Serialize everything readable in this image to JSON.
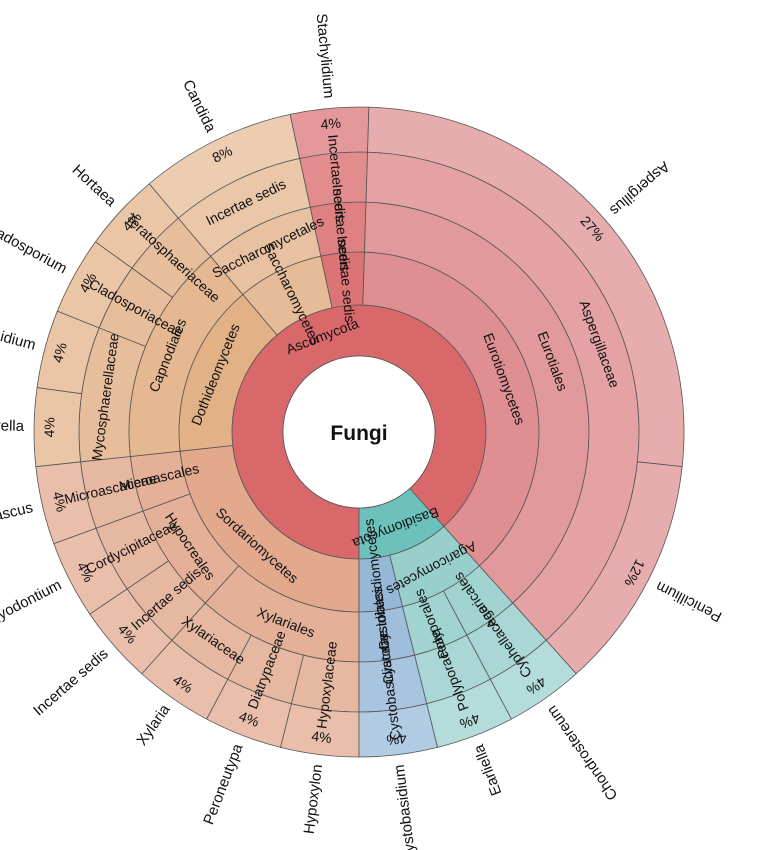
{
  "chart_data": {
    "type": "sunburst",
    "title": "Fungi",
    "units": "%",
    "colors": {
      "Ascomycota": "#d9686a",
      "Sordariomycetes": "#dfa183",
      "Dothideomycetes": "#e0aa7c",
      "Saccharomycetes": "#e4b58e",
      "Eurotiomycetes": "#dc8588",
      "Basidiomycota": "#6cc1bd",
      "Agaricomycetes": "#8fcbc8",
      "Cystobasidiomycetes": "#8db2d4"
    },
    "tree": {
      "name": "Fungi",
      "children": [
        {
          "name": "Ascomycota",
          "children": [
            {
              "name": "Sordariomycetes",
              "children": [
                {
                  "name": "Xylariales",
                  "children": [
                    {
                      "name": "Hypoxylaceae",
                      "children": [
                        {
                          "name": "Hypoxylon",
                          "value": 4
                        }
                      ]
                    },
                    {
                      "name": "Diatrypaceae",
                      "children": [
                        {
                          "name": "Peroneutypa",
                          "value": 4
                        }
                      ]
                    },
                    {
                      "name": "Xylariaceae",
                      "children": [
                        {
                          "name": "Xylaria",
                          "value": 4
                        }
                      ]
                    }
                  ]
                },
                {
                  "name": "Hypocreales",
                  "children": [
                    {
                      "name": "Incertae sedis",
                      "children": [
                        {
                          "name": "Incertae sedis",
                          "value": 4
                        }
                      ]
                    },
                    {
                      "name": "Cordycipitaceae",
                      "children": [
                        {
                          "name": "Parengyodontium",
                          "value": 4
                        }
                      ]
                    }
                  ]
                },
                {
                  "name": "Microascales",
                  "children": [
                    {
                      "name": "Microascaceae",
                      "children": [
                        {
                          "name": "Microascus",
                          "value": 4
                        }
                      ]
                    }
                  ]
                }
              ]
            },
            {
              "name": "Dothideomycetes",
              "children": [
                {
                  "name": "Capnodiales",
                  "children": [
                    {
                      "name": "Mycosphaerellaceae",
                      "children": [
                        {
                          "name": "Mycosphaerella",
                          "value": 4
                        },
                        {
                          "name": "Zasmidium",
                          "value": 4
                        }
                      ]
                    },
                    {
                      "name": "Cladosporiaceae",
                      "children": [
                        {
                          "name": "Cladosporium",
                          "value": 4
                        }
                      ]
                    },
                    {
                      "name": "Teratosphaeriaceae",
                      "children": [
                        {
                          "name": "Hortaea",
                          "value": 4
                        }
                      ]
                    }
                  ]
                }
              ]
            },
            {
              "name": "Saccharomycetes",
              "children": [
                {
                  "name": "Saccharomycetales",
                  "children": [
                    {
                      "name": "Incertae sedis",
                      "children": [
                        {
                          "name": "Candida",
                          "value": 8
                        }
                      ]
                    }
                  ]
                }
              ]
            },
            {
              "name": "Incertae sedis",
              "children": [
                {
                  "name": "Incertae sedis",
                  "children": [
                    {
                      "name": "Incertae sedis",
                      "children": [
                        {
                          "name": "Stachylidium",
                          "value": 4
                        }
                      ]
                    }
                  ]
                }
              ]
            },
            {
              "name": "Eurotiomycetes",
              "children": [
                {
                  "name": "Eurotiales",
                  "children": [
                    {
                      "name": "Aspergillaceae",
                      "children": [
                        {
                          "name": "Aspergillus",
                          "value": 27
                        },
                        {
                          "name": "Penicillium",
                          "value": 12
                        }
                      ]
                    }
                  ]
                }
              ]
            }
          ]
        },
        {
          "name": "Basidiomycota",
          "children": [
            {
              "name": "Agaricomycetes",
              "children": [
                {
                  "name": "Agaricales",
                  "children": [
                    {
                      "name": "Cyphellaceae",
                      "children": [
                        {
                          "name": "Chondrostereum",
                          "value": 4
                        }
                      ]
                    }
                  ]
                },
                {
                  "name": "Polyporales",
                  "children": [
                    {
                      "name": "Polyporaceae",
                      "children": [
                        {
                          "name": "Earliella",
                          "value": 4
                        }
                      ]
                    }
                  ]
                }
              ]
            },
            {
              "name": "Cystobasidiomycetes",
              "children": [
                {
                  "name": "Cystobasidiales",
                  "children": [
                    {
                      "name": "Cystobasidiaceae",
                      "children": [
                        {
                          "name": "Cystobasidium",
                          "value": 4
                        }
                      ]
                    }
                  ]
                }
              ]
            }
          ]
        }
      ]
    },
    "leaves": [
      {
        "name": "Xylaria",
        "percent_label": "4%"
      },
      {
        "name": "Incertae sedis",
        "percent_label": "4%"
      },
      {
        "name": "Parengyodontium",
        "percent_label": "4%"
      },
      {
        "name": "Microascus",
        "percent_label": "4%"
      },
      {
        "name": "Mycosphaerella",
        "percent_label": "4%"
      },
      {
        "name": "Zasmidium",
        "percent_label": "4%"
      },
      {
        "name": "Cladosporium",
        "percent_label": "4%"
      },
      {
        "name": "Hortaea",
        "percent_label": "4%"
      },
      {
        "name": "Candida",
        "percent_label": "8%"
      },
      {
        "name": "Stachylidium",
        "percent_label": "4%"
      },
      {
        "name": "Chondrostereum",
        "percent_label": "4%"
      },
      {
        "name": "Earliella",
        "percent_label": "4%"
      },
      {
        "name": "Cystobasidium",
        "percent_label": "4%"
      },
      {
        "name": "Aspergillus",
        "percent_label": "27%"
      },
      {
        "name": "Penicillium",
        "percent_label": "12%"
      },
      {
        "name": "Hypoxylon",
        "percent_label": "4%"
      },
      {
        "name": "Peroneutypa",
        "percent_label": "4%"
      }
    ]
  }
}
